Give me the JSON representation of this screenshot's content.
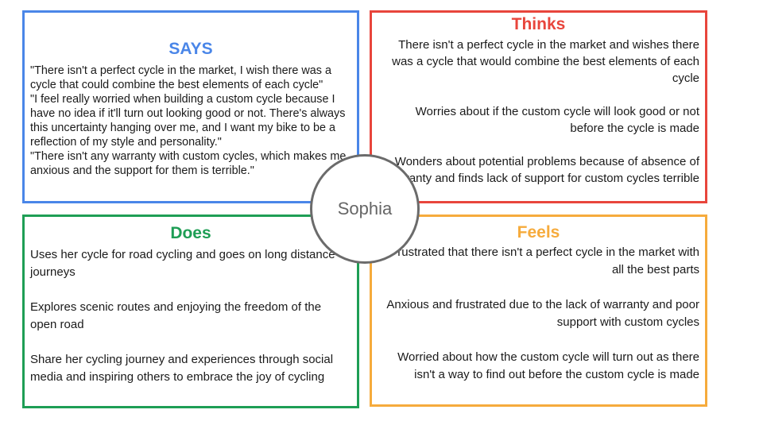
{
  "persona": {
    "name": "Sophia"
  },
  "colors": {
    "says": "#4a86e8",
    "thinks": "#e8453c",
    "does": "#1e9e55",
    "feels": "#f6ab3c",
    "circle_border": "#6b6b6b"
  },
  "says": {
    "title": "SAYS",
    "items": [
      "\"There isn't a perfect cycle in the market, I wish there was a cycle that could combine the best elements of each cycle\"",
      "\"I feel really worried when building a custom cycle because I have no idea if it'll turn out looking good or not. There's always this uncertainty hanging over me, and I want my bike to be a reflection of my style and personality.\"",
      "\"There isn't any warranty with custom cycles, which makes me anxious and the support for them is terrible.\""
    ]
  },
  "thinks": {
    "title": "Thinks",
    "items": [
      "There isn't a perfect cycle in the market and wishes there was a cycle that would combine the best elements of each cycle",
      "Worries about if the custom cycle will look good or not before the cycle is made",
      "Wonders about potential problems because of absence of warranty and finds lack of support for custom cycles terrible"
    ]
  },
  "does": {
    "title": "Does",
    "items": [
      "Uses her cycle for road cycling and goes on long distance journeys",
      "Explores scenic routes and enjoying the freedom of the open road",
      "Share her cycling journey and experiences through social media and inspiring others to embrace the joy of cycling"
    ]
  },
  "feels": {
    "title": "Feels",
    "items": [
      "Frustrated that there isn't a perfect cycle in the market with all the best parts",
      "Anxious and frustrated due to the lack of warranty and poor support with custom cycles",
      "Worried about how the custom cycle will turn out as there isn't a way to find out before the custom cycle is made"
    ]
  }
}
